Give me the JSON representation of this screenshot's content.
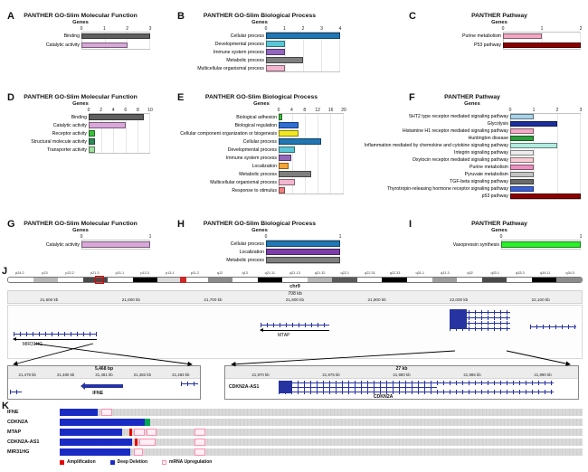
{
  "letters": [
    "A",
    "B",
    "C",
    "D",
    "E",
    "F",
    "G",
    "H",
    "I",
    "J",
    "K"
  ],
  "chart_data": [
    {
      "panel": "A",
      "type": "bar",
      "orientation": "horizontal",
      "title": "PANTHER GO-Slim Molecular Function",
      "xlabel": "Genes",
      "xlim": [
        0,
        3
      ],
      "ticks": [
        "0",
        "1",
        "2",
        "3"
      ],
      "grid": true,
      "legend": false,
      "categories": [
        "Binding",
        "Catalytic activity"
      ],
      "values": [
        3,
        2
      ],
      "colors": [
        "#5f5f5f",
        "#d9a7d9"
      ]
    },
    {
      "panel": "B",
      "type": "bar",
      "orientation": "horizontal",
      "title": "PANTHER GO-Slim Biological Process",
      "xlabel": "Genes",
      "xlim": [
        0,
        4
      ],
      "ticks": [
        "0",
        "1",
        "2",
        "3",
        "4"
      ],
      "grid": true,
      "legend": false,
      "categories": [
        "Cellular process",
        "Developmental process",
        "Immune system process",
        "Metabolic process",
        "Multicellular organismal process"
      ],
      "values": [
        4,
        1,
        1,
        2,
        1
      ],
      "colors": [
        "#2077b4",
        "#59c6d8",
        "#9467bd",
        "#7f7f7f",
        "#f4b6cf"
      ]
    },
    {
      "panel": "C",
      "type": "bar",
      "orientation": "horizontal",
      "title": "PANTHER Pathway",
      "xlabel": "Genes",
      "xlim": [
        0,
        2
      ],
      "ticks": [
        "0",
        "1",
        "2"
      ],
      "grid": true,
      "legend": false,
      "categories": [
        "Purine metabolism",
        "P53 pathway"
      ],
      "values": [
        1,
        2
      ],
      "colors": [
        "#f2a7c3",
        "#8b0000"
      ]
    },
    {
      "panel": "D",
      "type": "bar",
      "orientation": "horizontal",
      "title": "PANTHER GO-Slim Molecular Function",
      "xlabel": "Genes",
      "xlim": [
        0,
        10
      ],
      "ticks": [
        "0",
        "2",
        "4",
        "6",
        "8",
        "10"
      ],
      "grid": true,
      "legend": false,
      "categories": [
        "Binding",
        "Catalytic activity",
        "Receptor activity",
        "Structural molecule activity",
        "Transporter activity"
      ],
      "values": [
        9,
        6,
        1,
        1,
        1
      ],
      "colors": [
        "#5f5f5f",
        "#d9a7d9",
        "#3bbf3b",
        "#2e8b57",
        "#9fe09f"
      ]
    },
    {
      "panel": "E",
      "type": "bar",
      "orientation": "horizontal",
      "title": "PANTHER GO-Slim Biological Process",
      "xlabel": "Genes",
      "xlim": [
        0,
        20
      ],
      "ticks": [
        "0",
        "4",
        "8",
        "12",
        "16",
        "20"
      ],
      "grid": true,
      "legend": false,
      "categories": [
        "Biological adhesion",
        "Biological regulation",
        "Cellular component organization or biogenesis",
        "Cellular process",
        "Developmental process",
        "Immune system process",
        "Localization",
        "Metabolic process",
        "Multicellular organismal process",
        "Response to stimulus"
      ],
      "values": [
        1,
        6,
        6,
        13,
        5,
        4,
        3,
        10,
        5,
        2
      ],
      "colors": [
        "#3bbf3b",
        "#2e6fd4",
        "#f2e71f",
        "#2077b4",
        "#59c6d8",
        "#9467bd",
        "#f5a433",
        "#7f7f7f",
        "#f4b6cf",
        "#f08080"
      ]
    },
    {
      "panel": "F",
      "type": "bar",
      "orientation": "horizontal",
      "title": "PANTHER Pathway",
      "xlabel": "Genes",
      "xlim": [
        0,
        3
      ],
      "ticks": [
        "0",
        "1",
        "2",
        "3"
      ],
      "grid": true,
      "legend": false,
      "categories": [
        "5HT2 type receptor mediated signaling pathway",
        "Glycolysis",
        "Histamine H1 receptor mediated signaling pathway",
        "Huntington disease",
        "Inflammation mediated by chemokine and cytokine signaling pathway",
        "Integrin signaling pathway",
        "Oxytocin receptor mediated signaling pathway",
        "Purine metabolism",
        "Pyruvate metabolism",
        "TGF-beta signaling pathway",
        "Thyrotropin-releasing hormone receptor signaling pathway",
        "p53 pathway"
      ],
      "values": [
        1,
        2,
        1,
        1,
        2,
        1,
        1,
        1,
        1,
        1,
        1,
        3
      ],
      "colors": [
        "#a8d3e8",
        "#1c2f9c",
        "#f4a9c4",
        "#2f9e3f",
        "#b2ece0",
        "#ececec",
        "#f9ccd6",
        "#ef8fc0",
        "#c4c4c4",
        "#6b6b6b",
        "#3d5fd6",
        "#8b0000"
      ]
    },
    {
      "panel": "G",
      "type": "bar",
      "orientation": "horizontal",
      "title": "PANTHER GO-Slim Molecular Function",
      "xlabel": "Genes",
      "xlim": [
        0,
        1
      ],
      "ticks": [
        "0",
        "1"
      ],
      "grid": true,
      "legend": false,
      "categories": [
        "Catalytic activity"
      ],
      "values": [
        1
      ],
      "colors": [
        "#d9a7d9"
      ]
    },
    {
      "panel": "H",
      "type": "bar",
      "orientation": "horizontal",
      "title": "PANTHER GO-Slim Biological Process",
      "xlabel": "Genes",
      "xlim": [
        0,
        1
      ],
      "ticks": [
        "0",
        "1"
      ],
      "grid": true,
      "legend": false,
      "categories": [
        "Cellular process",
        "Localization",
        "Metabolic process"
      ],
      "values": [
        1,
        1,
        1
      ],
      "colors": [
        "#2077b4",
        "#7d3da8",
        "#7f7f7f"
      ]
    },
    {
      "panel": "I",
      "type": "bar",
      "orientation": "horizontal",
      "title": "PANTHER Pathway",
      "xlabel": "Genes",
      "xlim": [
        0,
        1
      ],
      "ticks": [
        "0",
        "1"
      ],
      "grid": true,
      "legend": false,
      "categories": [
        "Vasopressin synthesis"
      ],
      "values": [
        1
      ],
      "colors": [
        "#2bf02b"
      ]
    }
  ],
  "genome_browser": {
    "chromosome_label": "chr9",
    "ideogram_bands": [
      "p24.2",
      "p23",
      "p22.2",
      "p21.3",
      "p21.1",
      "p13.3",
      "p13.1",
      "p11.2",
      "q12",
      "q13",
      "q21.11",
      "q21.13",
      "q21.32",
      "q22.1",
      "q22.31",
      "q22.33",
      "q31.1",
      "q31.3",
      "q32",
      "q33.1",
      "q33.3",
      "q34.11",
      "q34.3"
    ],
    "scale_label": "708 kb",
    "ruler_ticks": [
      "21,500 kb",
      "21,600 kb",
      "21,700 kb",
      "21,800 kb",
      "21,900 kb",
      "22,000 kb",
      "22,100 kb"
    ],
    "genes_track": [
      {
        "name": "MIR31HG",
        "start_frac": 0.01,
        "end_frac": 0.155
      },
      {
        "name": "MTAP",
        "start_frac": 0.44,
        "end_frac": 0.56
      },
      {
        "name": "CDKN2A",
        "start_frac": 0.77,
        "end_frac": 0.876
      }
    ],
    "zoom_left": {
      "scale_label": "5,468 bp",
      "ruler_ticks": [
        "21,479 kb",
        "21,480 kb",
        "21,481 kb",
        "21,482 kb",
        "21,483 kb"
      ],
      "gene_label": "IFNE"
    },
    "zoom_right": {
      "scale_label": "27 kb",
      "ruler_ticks": [
        "21,970 kb",
        "21,975 kb",
        "21,980 kb",
        "21,985 kb",
        "21,990 kb"
      ],
      "gene_labels": [
        "CDKN2A-AS1",
        "CDKN2A"
      ]
    }
  },
  "oncoprint": {
    "colors": {
      "track_bg": "#d8d8d8",
      "deep_deletion": "#1a2bc4",
      "amplification": "#e60000",
      "mrna_upregulation_border": "#ff8fb0",
      "mrna_upregulation_fill": "#ffeef4",
      "unlabeled_green": "#00a651"
    },
    "rows": [
      {
        "gene": "IFNE",
        "segments": [
          {
            "type": "deep_deletion",
            "start": 0,
            "width": 0.072
          },
          {
            "type": "mrna_upregulation",
            "start": 0.08,
            "width": 0.02
          }
        ]
      },
      {
        "gene": "CDKN2A",
        "segments": [
          {
            "type": "deep_deletion",
            "start": 0,
            "width": 0.163
          },
          {
            "type": "unlabeled_green",
            "start": 0.163,
            "width": 0.01
          }
        ]
      },
      {
        "gene": "MTAP",
        "segments": [
          {
            "type": "deep_deletion",
            "start": 0,
            "width": 0.12
          },
          {
            "type": "amplification",
            "start": 0.133,
            "width": 0.005
          },
          {
            "type": "mrna_upregulation",
            "start": 0.142,
            "width": 0.02
          },
          {
            "type": "mrna_upregulation",
            "start": 0.166,
            "width": 0.02
          },
          {
            "type": "mrna_upregulation",
            "start": 0.258,
            "width": 0.02
          }
        ]
      },
      {
        "gene": "CDKN2A-AS1",
        "segments": [
          {
            "type": "deep_deletion",
            "start": 0,
            "width": 0.138
          },
          {
            "type": "amplification",
            "start": 0.144,
            "width": 0.005
          },
          {
            "type": "mrna_upregulation",
            "start": 0.152,
            "width": 0.032
          },
          {
            "type": "mrna_upregulation",
            "start": 0.258,
            "width": 0.02
          }
        ]
      },
      {
        "gene": "MIR31HG",
        "segments": [
          {
            "type": "deep_deletion",
            "start": 0,
            "width": 0.135
          },
          {
            "type": "mrna_upregulation",
            "start": 0.142,
            "width": 0.018
          },
          {
            "type": "mrna_upregulation",
            "start": 0.258,
            "width": 0.02
          }
        ]
      }
    ],
    "legend": [
      {
        "label": "Amplification",
        "type": "amplification",
        "style": "filled"
      },
      {
        "label": "Deep Deletion",
        "type": "deep_deletion",
        "style": "filled"
      },
      {
        "label": "mRNA Upregulation",
        "type": "mrna_upregulation",
        "style": "outlined"
      }
    ]
  }
}
